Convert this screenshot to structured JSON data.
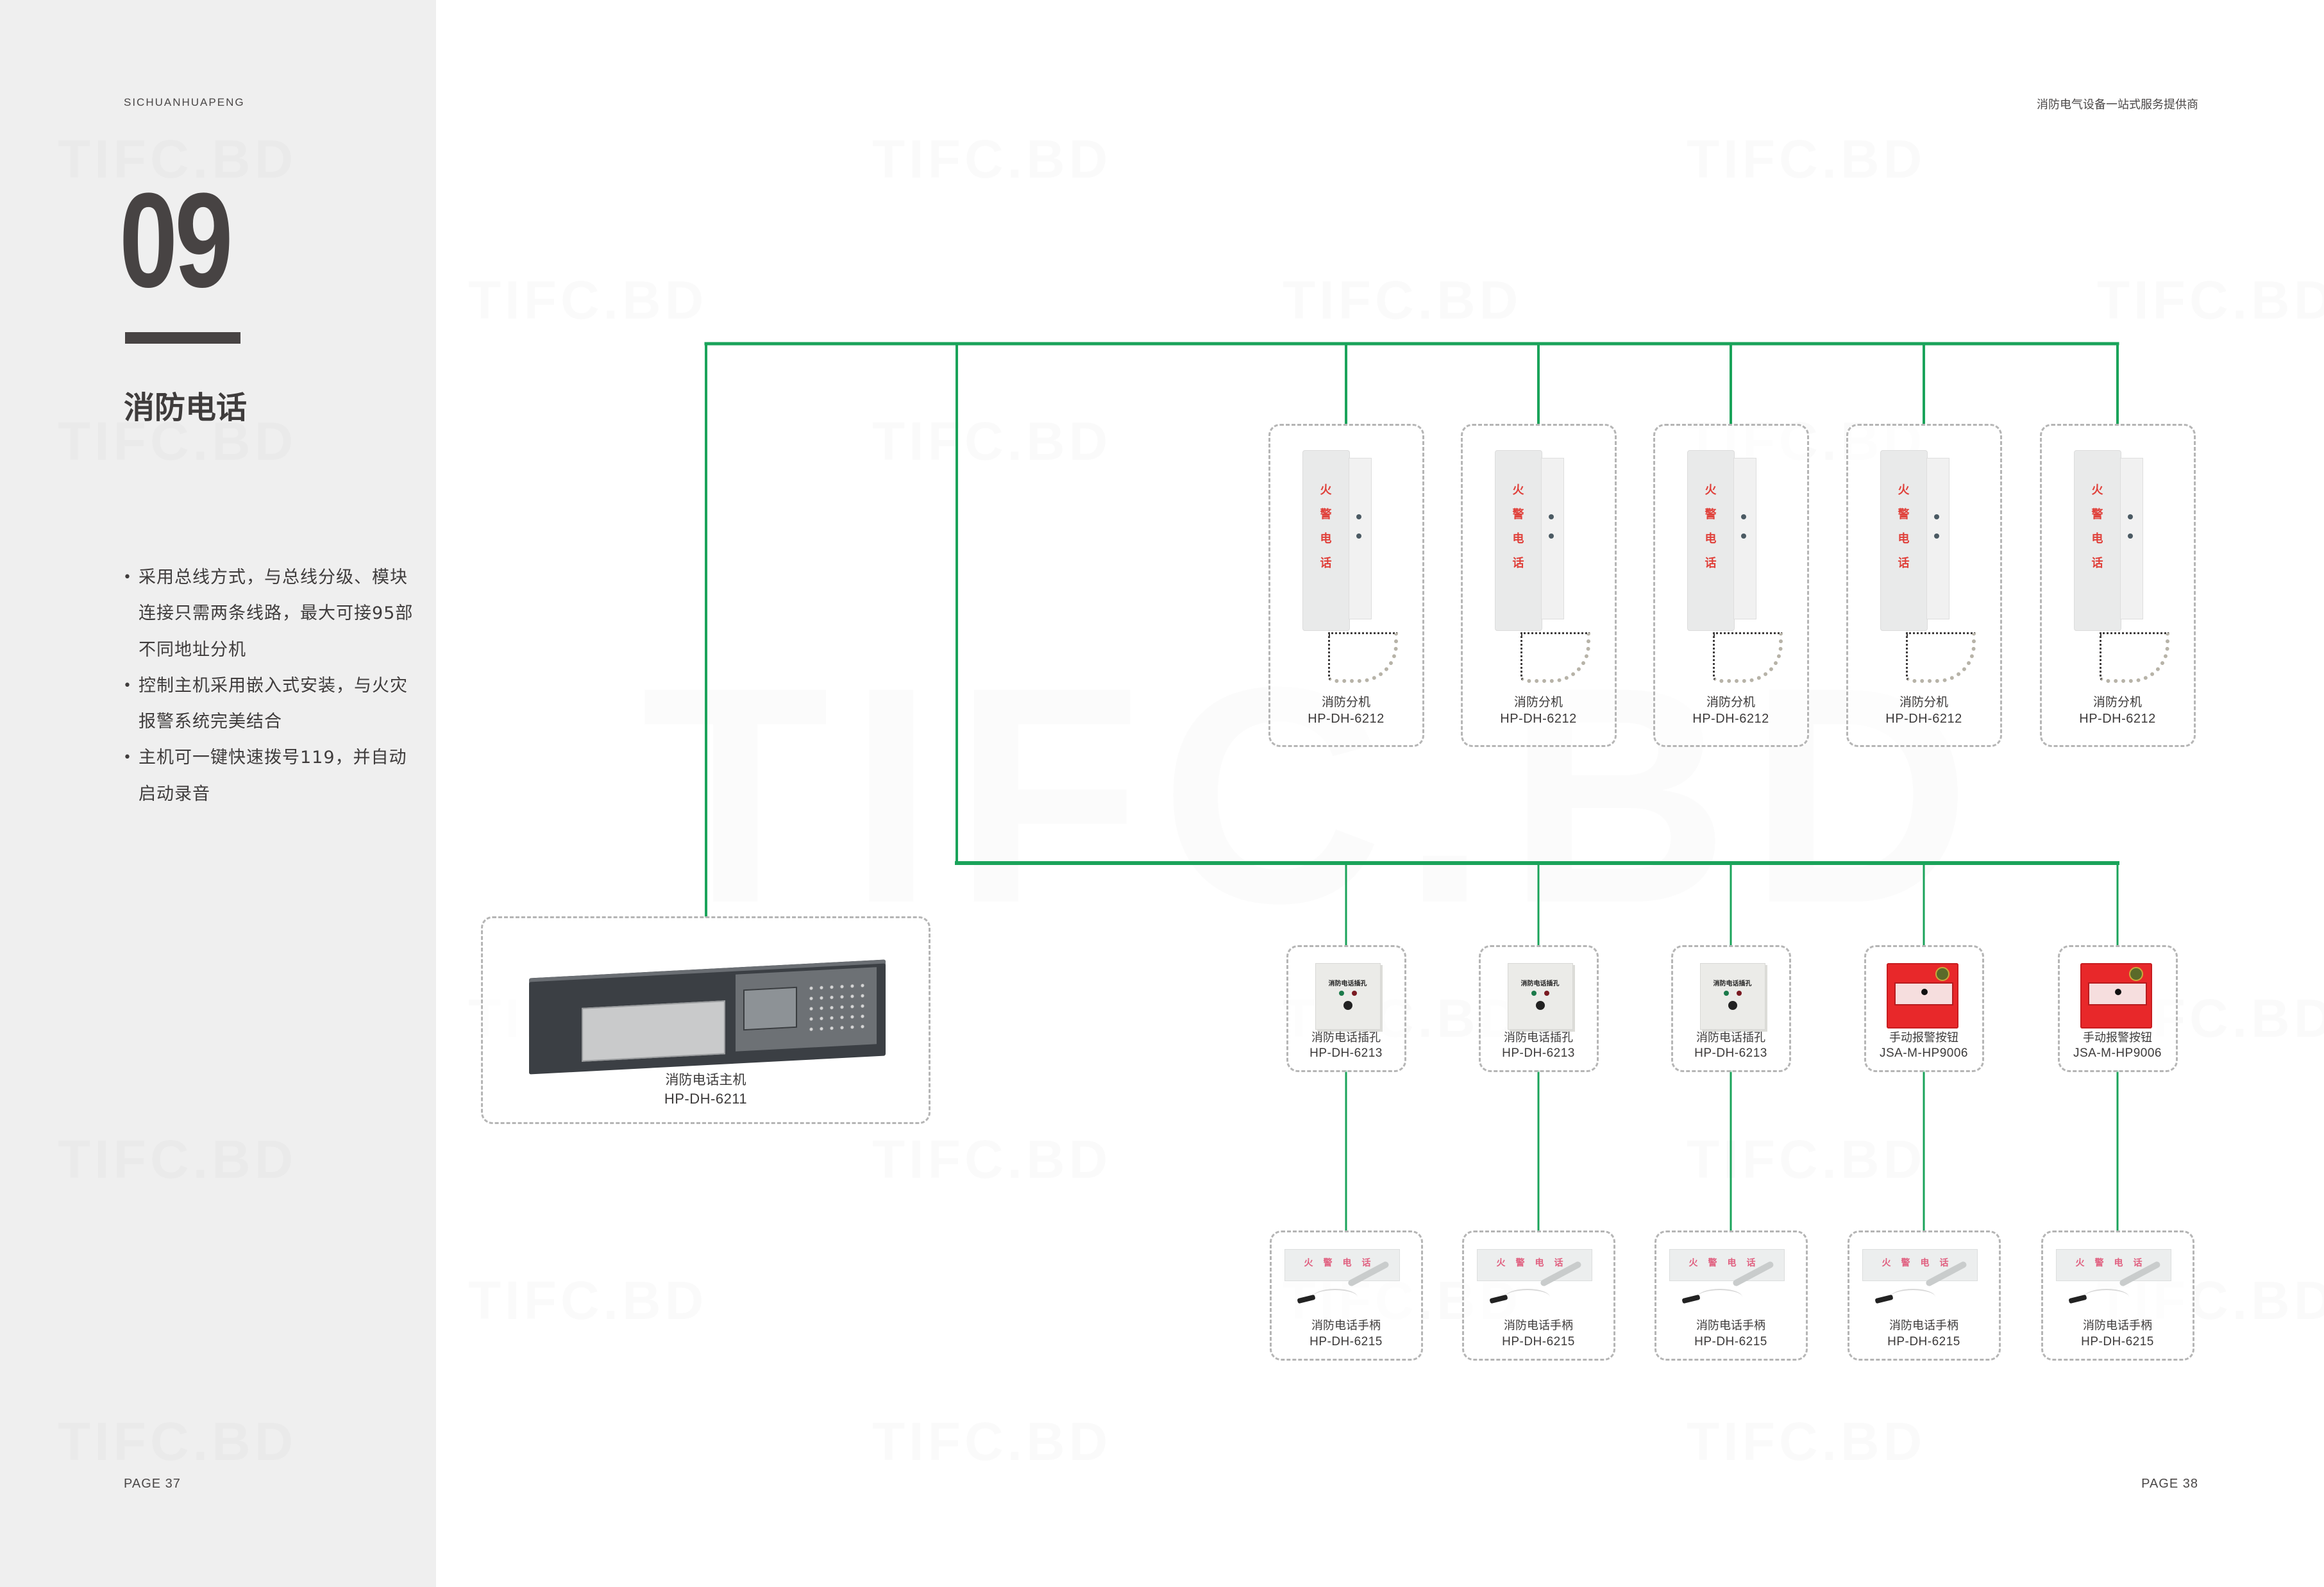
{
  "page": {
    "brand": "SICHUANHUAPENG",
    "tagline": "消防电气设备一站式服务提供商",
    "watermark": "TIFC.BD",
    "left_page": "PAGE 37",
    "right_page": "PAGE 38"
  },
  "section": {
    "number": "09",
    "title": "消防电话",
    "features": [
      "采用总线方式，与总线分级、模块连接只需两条线路，最大可接95部不同地址分机",
      "控制主机采用嵌入式安装，与火灾报警系统完美结合",
      "主机可一键快速拨号119，并自动启动录音"
    ]
  },
  "diagram": {
    "wire_color": "#1aa35a",
    "host": {
      "name": "消防电话主机",
      "model": "HP-DH-6211",
      "icon": "rack-host-unit"
    },
    "extensions": [
      {
        "name": "消防分机",
        "model": "HP-DH-6212",
        "face_text": "火警电话"
      },
      {
        "name": "消防分机",
        "model": "HP-DH-6212",
        "face_text": "火警电话"
      },
      {
        "name": "消防分机",
        "model": "HP-DH-6212",
        "face_text": "火警电话"
      },
      {
        "name": "消防分机",
        "model": "HP-DH-6212",
        "face_text": "火警电话"
      },
      {
        "name": "消防分机",
        "model": "HP-DH-6212",
        "face_text": "火警电话"
      }
    ],
    "jacks": [
      {
        "name": "消防电话插孔",
        "model": "HP-DH-6213",
        "type": "socket",
        "face_text": "消防电话插孔"
      },
      {
        "name": "消防电话插孔",
        "model": "HP-DH-6213",
        "type": "socket",
        "face_text": "消防电话插孔"
      },
      {
        "name": "消防电话插孔",
        "model": "HP-DH-6213",
        "type": "socket",
        "face_text": "消防电话插孔"
      },
      {
        "name": "手动报警按钮",
        "model": "JSA-M-HP9006",
        "type": "alarm",
        "face_text": ""
      },
      {
        "name": "手动报警按钮",
        "model": "JSA-M-HP9006",
        "type": "alarm",
        "face_text": ""
      }
    ],
    "handsets": [
      {
        "name": "消防电话手柄",
        "model": "HP-DH-6215",
        "face_text": "火警电话"
      },
      {
        "name": "消防电话手柄",
        "model": "HP-DH-6215",
        "face_text": "火警电话"
      },
      {
        "name": "消防电话手柄",
        "model": "HP-DH-6215",
        "face_text": "火警电话"
      },
      {
        "name": "消防电话手柄",
        "model": "HP-DH-6215",
        "face_text": "火警电话"
      },
      {
        "name": "消防电话手柄",
        "model": "HP-DH-6215",
        "face_text": "火警电话"
      }
    ]
  }
}
